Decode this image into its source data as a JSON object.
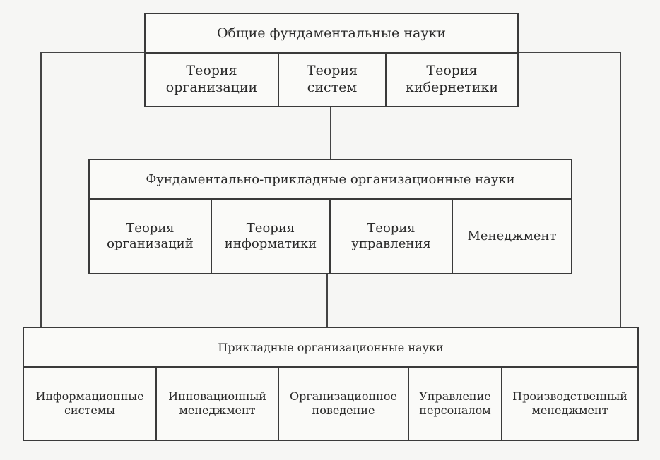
{
  "level1": {
    "title": "Общие фундаментальные науки",
    "items": [
      "Теория\nорганизации",
      "Теория\nсистем",
      "Теория\nкибернетики"
    ]
  },
  "level2": {
    "title": "Фундаментально-прикладные организационные науки",
    "items": [
      "Теория\nорганизаций",
      "Теория\nинформатики",
      "Теория\nуправления",
      "Менеджмент"
    ]
  },
  "level3": {
    "title": "Прикладные организационные науки",
    "items": [
      "Информационные\nсистемы",
      "Инновационный\nменеджмент",
      "Организационное\nповедение",
      "Управление\nперсоналом",
      "Производственный\nменеджмент"
    ]
  }
}
